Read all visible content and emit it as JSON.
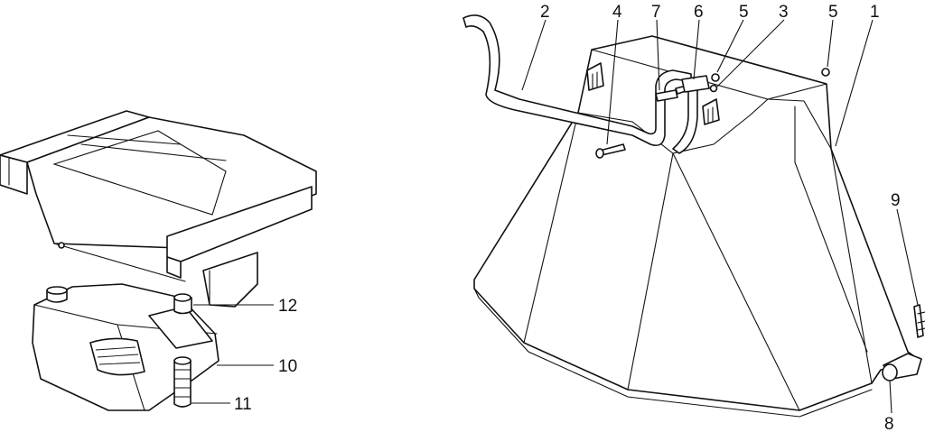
{
  "diagram": {
    "callouts": [
      {
        "id": "c1",
        "label": "1"
      },
      {
        "id": "c2",
        "label": "2"
      },
      {
        "id": "c3",
        "label": "3"
      },
      {
        "id": "c4",
        "label": "4"
      },
      {
        "id": "c5a",
        "label": "5"
      },
      {
        "id": "c5b",
        "label": "5"
      },
      {
        "id": "c6",
        "label": "6"
      },
      {
        "id": "c7",
        "label": "7"
      },
      {
        "id": "c8",
        "label": "8"
      },
      {
        "id": "c9",
        "label": "9"
      },
      {
        "id": "c10",
        "label": "10"
      },
      {
        "id": "c11",
        "label": "11"
      },
      {
        "id": "c12",
        "label": "12"
      }
    ]
  }
}
